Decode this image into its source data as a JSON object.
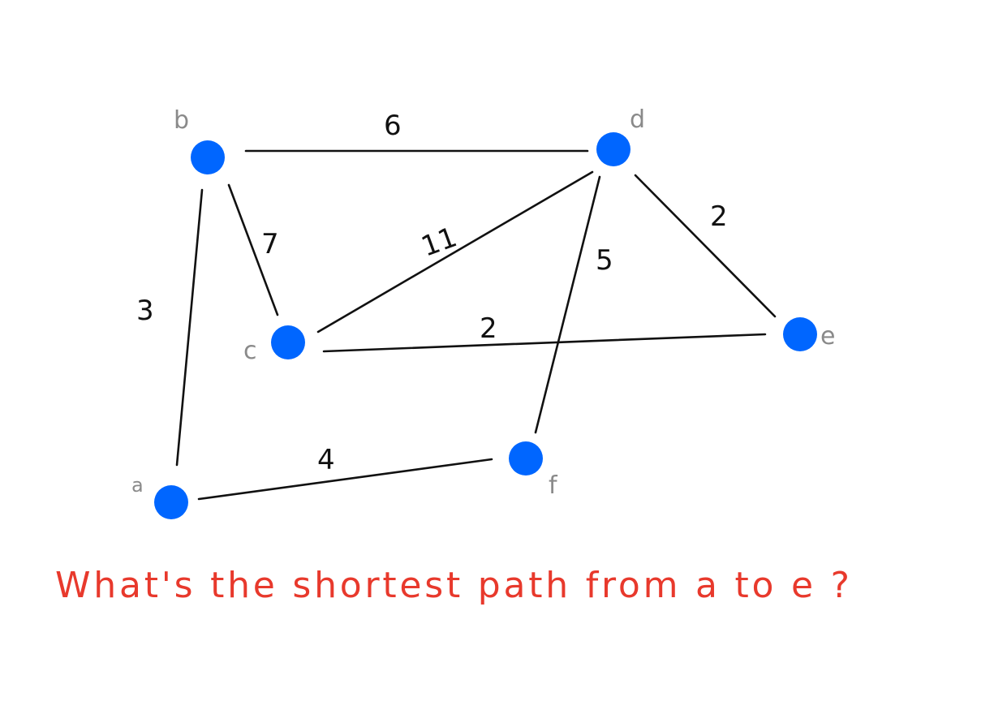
{
  "colors": {
    "node": "#0066ff",
    "edge": "#111111",
    "node_label": "#8a8a8a",
    "question": "#e8392c"
  },
  "nodes": [
    {
      "id": "a",
      "label": "a"
    },
    {
      "id": "b",
      "label": "b"
    },
    {
      "id": "c",
      "label": "c"
    },
    {
      "id": "d",
      "label": "d"
    },
    {
      "id": "e",
      "label": "e"
    },
    {
      "id": "f",
      "label": "f"
    }
  ],
  "edges": [
    {
      "from": "b",
      "to": "d",
      "weight": "6"
    },
    {
      "from": "b",
      "to": "c",
      "weight": "7"
    },
    {
      "from": "c",
      "to": "d",
      "weight": "11"
    },
    {
      "from": "d",
      "to": "e",
      "weight": "2"
    },
    {
      "from": "d",
      "to": "f",
      "weight": "5"
    },
    {
      "from": "b",
      "to": "a",
      "weight": "3"
    },
    {
      "from": "c",
      "to": "e",
      "weight": "2"
    },
    {
      "from": "a",
      "to": "f",
      "weight": "4"
    }
  ],
  "question": "What's the shortest path from a to e ?"
}
